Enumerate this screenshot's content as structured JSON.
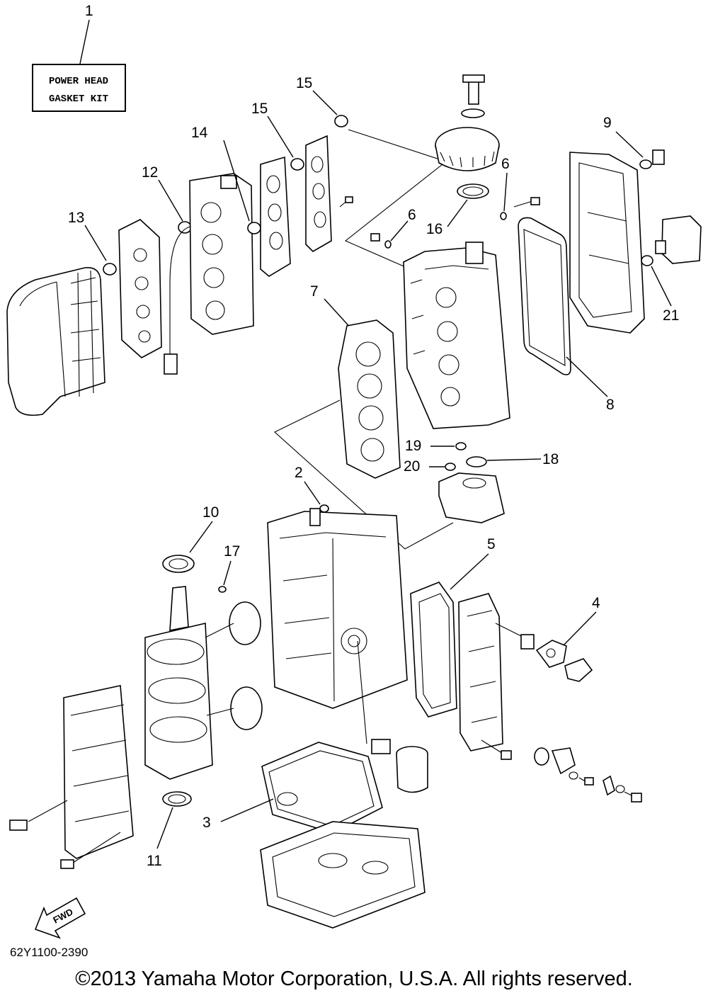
{
  "kit_box": {
    "line1": "POWER HEAD",
    "line2": "GASKET KIT"
  },
  "callouts": {
    "c1": "1",
    "c2": "2",
    "c3": "3",
    "c4": "4",
    "c5": "5",
    "c6a": "6",
    "c6b": "6",
    "c7": "7",
    "c8": "8",
    "c9": "9",
    "c10": "10",
    "c11": "11",
    "c12": "12",
    "c13": "13",
    "c14": "14",
    "c15a": "15",
    "c15b": "15",
    "c16": "16",
    "c17": "17",
    "c18": "18",
    "c19": "19",
    "c20": "20",
    "c21": "21"
  },
  "fwd_label": "FWD",
  "doc_code": "62Y1100-2390",
  "copyright": "©2013 Yamaha Motor Corporation, U.S.A. All rights reserved."
}
